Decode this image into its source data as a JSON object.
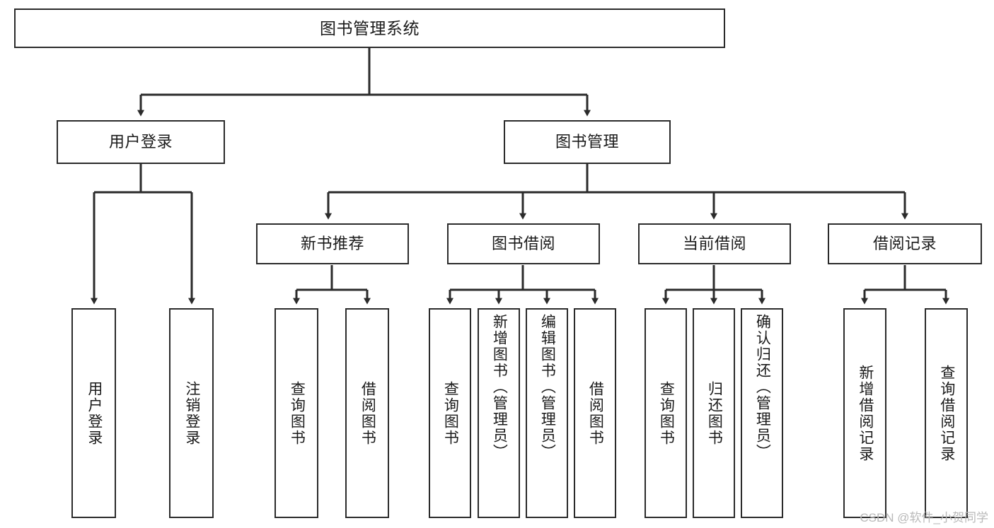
{
  "diagram": {
    "title": "图书管理系统",
    "type": "tree-hierarchy-chart",
    "watermark": "CSDN @软件_小贺同学",
    "colors": {
      "border": "#2b2b2b",
      "background": "#ffffff",
      "text": "#1a1a1a",
      "connector": "#2b2b2b",
      "watermark": "#b9b9b9"
    },
    "root": {
      "label": "图书管理系统"
    },
    "level2": [
      {
        "label": "用户登录"
      },
      {
        "label": "图书管理"
      }
    ],
    "level3": [
      {
        "label": "新书推荐"
      },
      {
        "label": "图书借阅"
      },
      {
        "label": "当前借阅"
      },
      {
        "label": "借阅记录"
      }
    ],
    "leaves": {
      "user_login": [
        {
          "label": "用户登录"
        },
        {
          "label": "注销登录"
        }
      ],
      "new_book_recommend": [
        {
          "label": "查询图书"
        },
        {
          "label": "借阅图书"
        }
      ],
      "book_borrow": [
        {
          "label": "查询图书"
        },
        {
          "label": "新增图书（管理员）"
        },
        {
          "label": "编辑图书（管理员）"
        },
        {
          "label": "借阅图书"
        }
      ],
      "current_borrow": [
        {
          "label": "查询图书"
        },
        {
          "label": "归还图书"
        },
        {
          "label": "确认归还（管理员）"
        }
      ],
      "borrow_records": [
        {
          "label": "新增借阅记录"
        },
        {
          "label": "查询借阅记录"
        }
      ]
    }
  }
}
